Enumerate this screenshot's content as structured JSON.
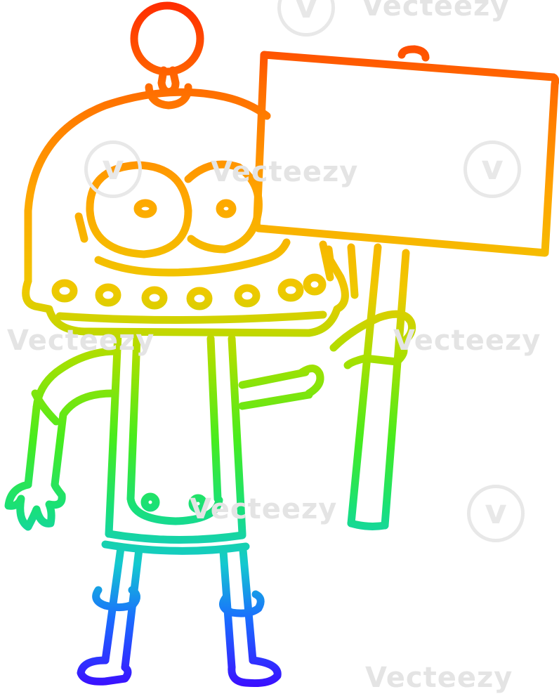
{
  "image": {
    "subject": "cartoon-robot-holding-blank-sign",
    "style": "rainbow-gradient-line-art",
    "gradient_colors": [
      "#ff3300",
      "#ff8a00",
      "#f2c200",
      "#8fe000",
      "#19e85a",
      "#14c8c8",
      "#1a63ff",
      "#3a10ff"
    ],
    "background": "#ffffff"
  },
  "watermark": {
    "text": "Vecteezy",
    "color": "#e4e4e4"
  }
}
